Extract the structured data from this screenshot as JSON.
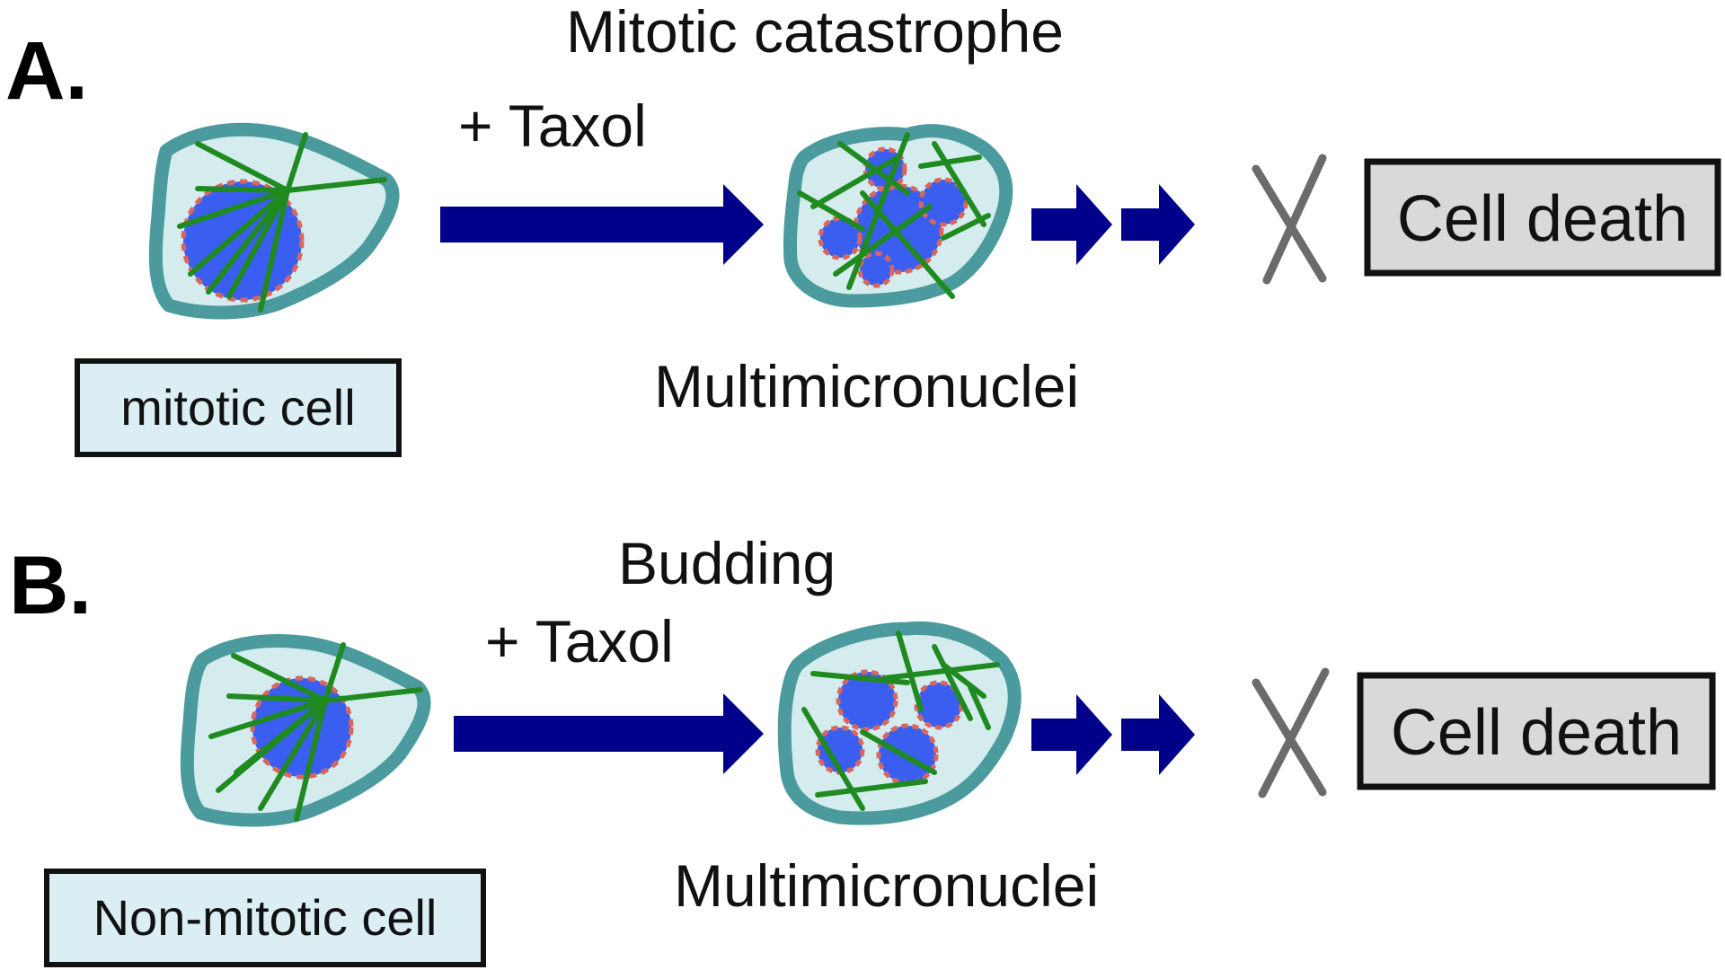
{
  "panels": [
    {
      "label": "A.",
      "process": "Mitotic catastrophe",
      "treatment": "+ Taxol",
      "result": "Multimicronuclei",
      "cell_type": "mitotic cell",
      "outcome": "Cell death"
    },
    {
      "label": "B.",
      "process": "Budding",
      "treatment": "+ Taxol",
      "result": "Multimicronuclei",
      "cell_type": "Non-mitotic cell",
      "outcome": "Cell death"
    }
  ],
  "colors": {
    "arrow": "#00008b",
    "cell_membrane": "#4a9a9e",
    "cytoplasm": "#d4ecee",
    "nucleus": "#3a5ef0",
    "nuclear_envelope": "#d9655c",
    "microtubule": "#1f8a1f",
    "cross": "#6b6b6b",
    "outcome_box": "#d9d9d9",
    "cell_type_box": "#dbeef3"
  }
}
